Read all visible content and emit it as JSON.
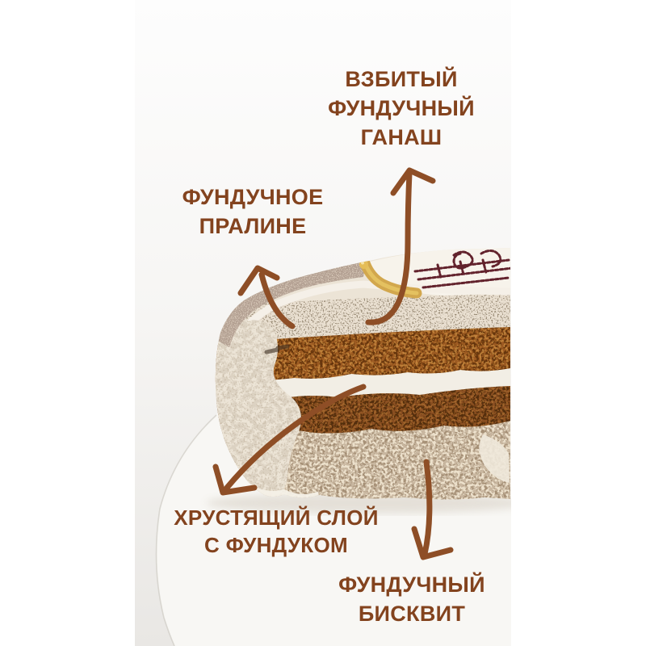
{
  "photo_alt": "Разрез фундучного торта на белой тарелке со стрелками к слоям",
  "labels": {
    "whipped_ganache": {
      "lines": [
        "ВЗБИТЫЙ",
        "ФУНДУЧНЫЙ",
        "ГАНАШ"
      ]
    },
    "praline": {
      "lines": [
        "ФУНДУЧНОЕ",
        "ПРАЛИНЕ"
      ]
    },
    "crunchy": {
      "lines": [
        "ХРУСТЯЩИЙ СЛОЙ",
        "С ФУНДУКОМ"
      ]
    },
    "sponge": {
      "lines": [
        "ФУНДУЧНЫЙ",
        "БИСКВИТ"
      ]
    }
  },
  "colors": {
    "label_text": "#83431e",
    "arrow": "#8e4e26",
    "page_background": "#ffffff",
    "photo_background_top": "#fdfdfd",
    "photo_background_bottom": "#e9e7e4",
    "plate": "#f8f7f4",
    "plate_edge": "#c8c4bd",
    "velvet_coating": "#b3a092",
    "gold_band": "#d2a74d",
    "top_plaque": "#f7f3eb",
    "ornament": "#5a1722",
    "ganache_layer": "#e9dfd0",
    "praline_layer": "#9c5a22",
    "cream_layer": "#f2eee5",
    "crunchy_layer": "#8a5023",
    "sponge_layer": "#c9b7a0",
    "mousse_side": "#ece4d6"
  }
}
